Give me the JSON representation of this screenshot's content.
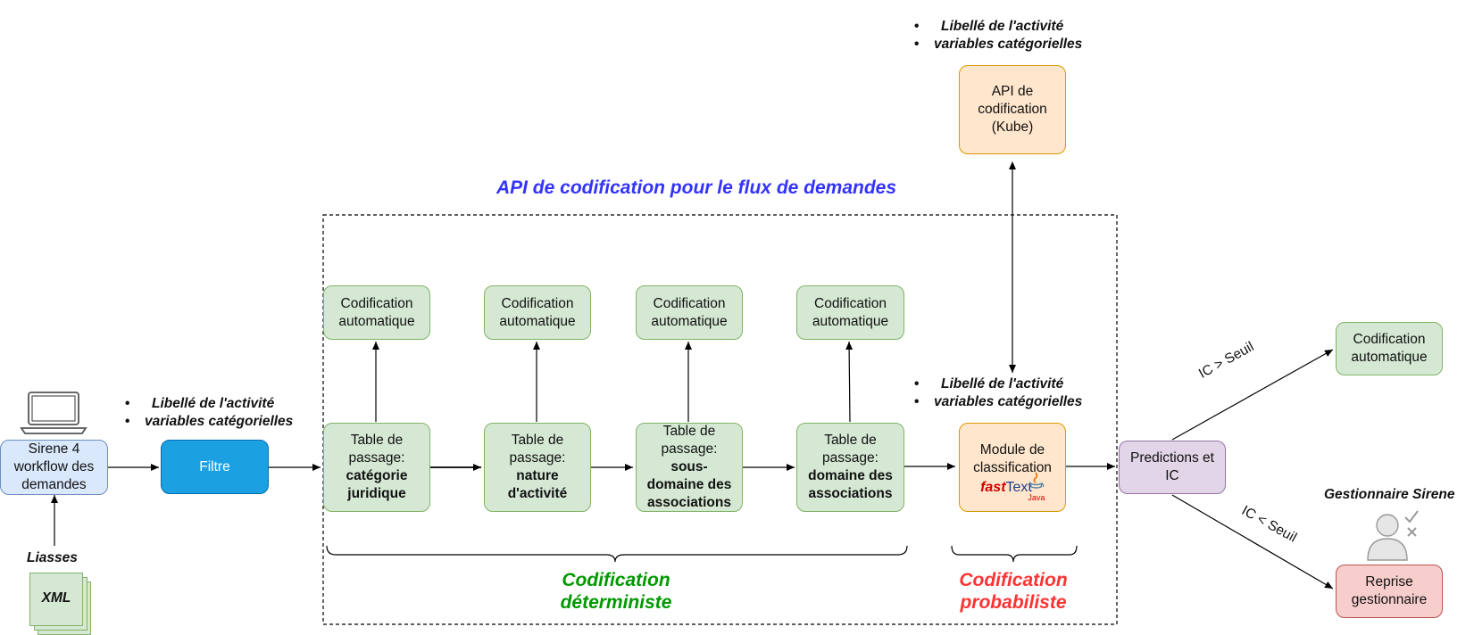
{
  "api_title": "API de codification pour le flux de demandes",
  "colors": {
    "api_title": "#3333ff",
    "deterministe": "#009900",
    "probabiliste": "#ff3333"
  },
  "input_bullets": [
    "Libellé de l'activité",
    "variables catégorielles"
  ],
  "module_bullets": [
    "Libellé de l'activité",
    "variables catégorielles"
  ],
  "top_bullets": [
    "Libellé de l'activité",
    "variables catégorielles"
  ],
  "sirene": {
    "line1": "Sirene 4",
    "line2": "workflow des",
    "line3": "demandes"
  },
  "liasses_label": "Liasses",
  "xml_label": "XML",
  "filtre": "Filtre",
  "tables": [
    {
      "line1": "Table de",
      "line2": "passage:",
      "bold1": "catégorie",
      "bold2": "juridique"
    },
    {
      "line1": "Table de",
      "line2": "passage:",
      "bold1": "nature",
      "bold2": "d'activité"
    },
    {
      "line1": "Table de",
      "line2": "passage:",
      "bold1": "sous-",
      "bold2": "domaine des",
      "bold3": "associations"
    },
    {
      "line1": "Table de",
      "line2": "passage:",
      "bold1": "domaine des",
      "bold2": "associations"
    }
  ],
  "codif_auto": {
    "line1": "Codification",
    "line2": "automatique"
  },
  "module": {
    "line1": "Module de",
    "line2": "classification",
    "fasttext_fast": "fast",
    "fasttext_text": "Text",
    "java": "Java"
  },
  "api_kube": {
    "line1": "API de",
    "line2": "codification",
    "line3": "(Kube)"
  },
  "predictions": {
    "line1": "Predictions et",
    "line2": "IC"
  },
  "ic_above": "IC > Seuil",
  "ic_below": "IC < Seuil",
  "gestionnaire_label": "Gestionnaire Sirene",
  "reprise": {
    "line1": "Reprise",
    "line2": "gestionnaire"
  },
  "deterministe": {
    "line1": "Codification",
    "line2": "déterministe"
  },
  "probabiliste": {
    "line1": "Codification",
    "line2": "probabiliste"
  }
}
